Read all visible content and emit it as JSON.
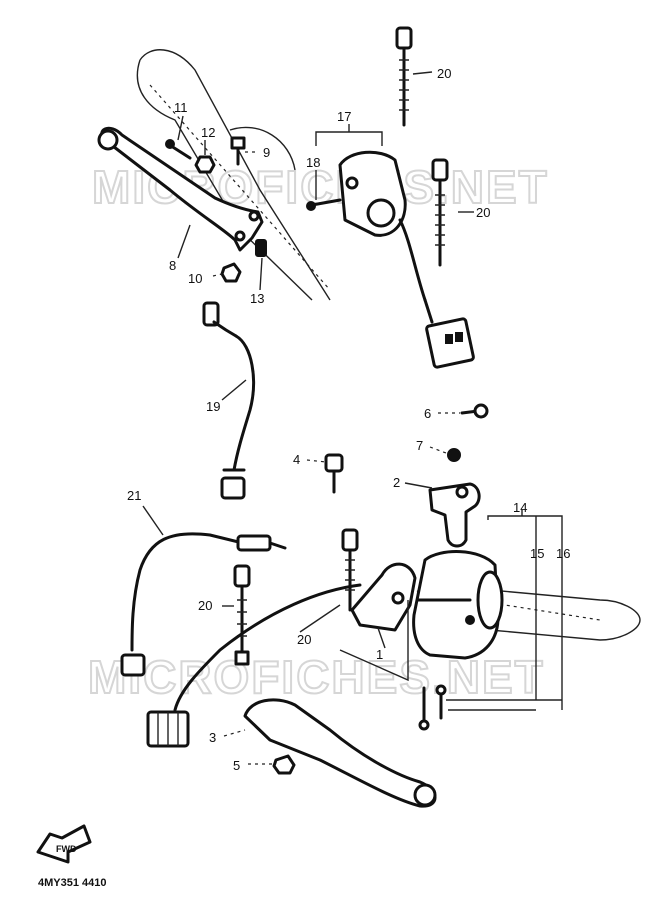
{
  "watermark": "MICROFICHES.NET",
  "diagram_code": "4MY351 4410",
  "front_arrow_label": "FWD",
  "callouts": {
    "c1": "1",
    "c2": "2",
    "c3": "3",
    "c4": "4",
    "c5": "5",
    "c6": "6",
    "c7": "7",
    "c8": "8",
    "c9": "9",
    "c10": "10",
    "c11": "11",
    "c12": "12",
    "c13": "13",
    "c14": "14",
    "c15": "15",
    "c16": "16",
    "c17": "17",
    "c18": "18",
    "c19": "19",
    "c20a": "20",
    "c20b": "20",
    "c20c": "20",
    "c20d": "20",
    "c21": "21"
  }
}
